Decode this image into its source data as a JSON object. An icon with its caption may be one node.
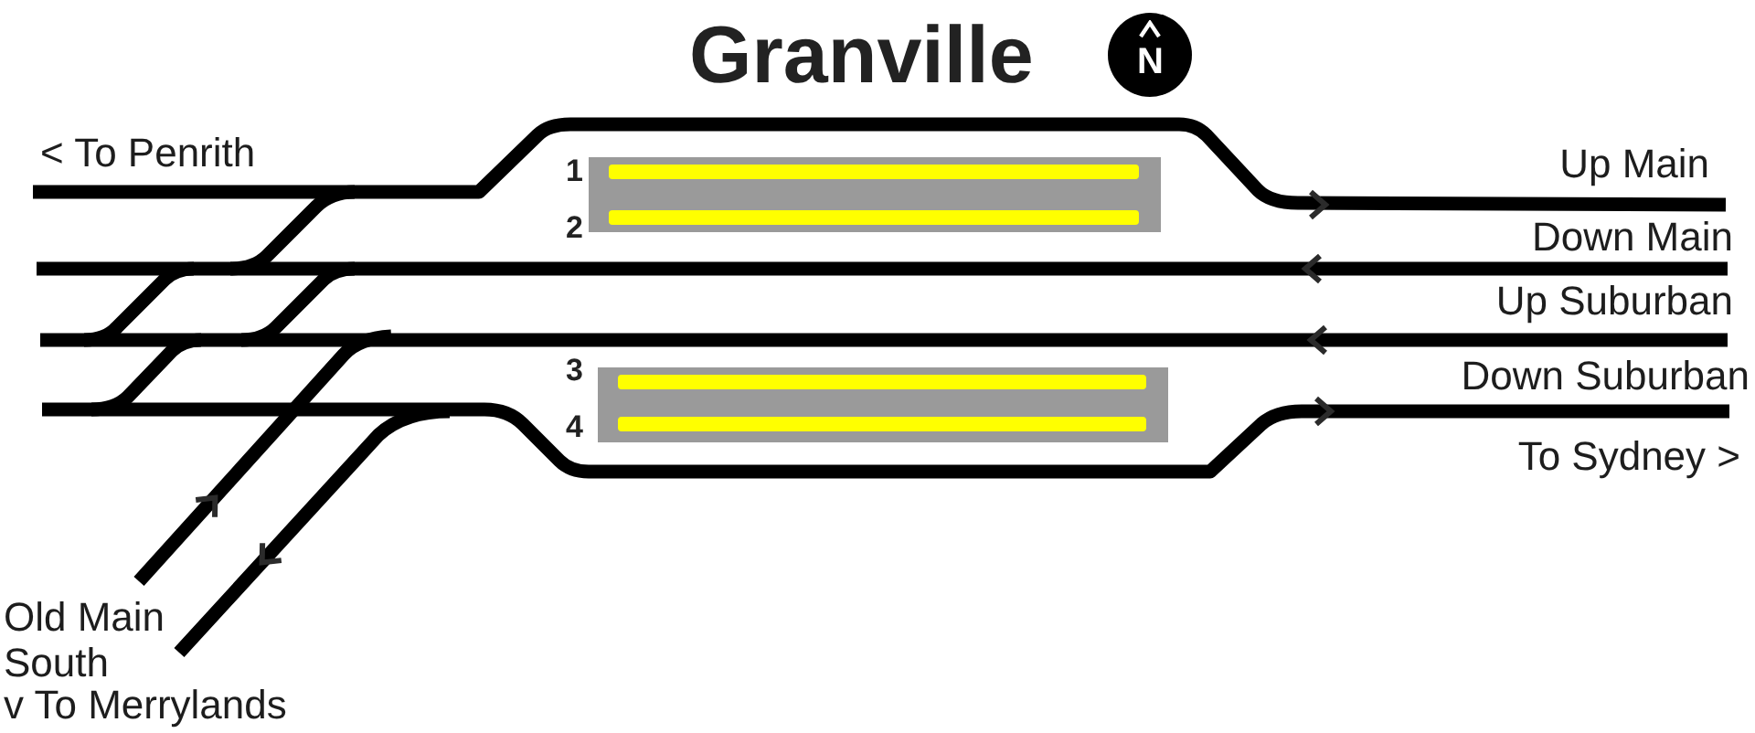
{
  "diagram": {
    "title": "Granville",
    "labels": [
      "N",
      "< To Penrith",
      "1",
      "Up Main",
      "2",
      "Down Main",
      "Up Suburban",
      "3",
      "Down Suburban",
      "4",
      "To Sydney >",
      "Old Main South",
      "v To Merrylands"
    ]
  }
}
